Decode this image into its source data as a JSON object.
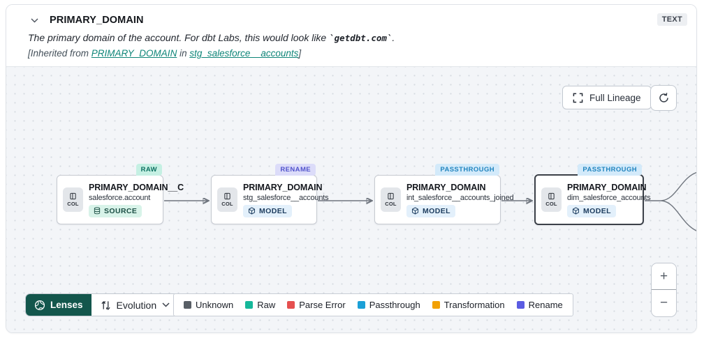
{
  "header": {
    "title": "PRIMARY_DOMAIN",
    "type_badge": "TEXT",
    "description_prefix": "The primary domain of the account. For dbt Labs, this would look like ",
    "description_code": "`getdbt.com`",
    "description_suffix": ".",
    "inherited_prefix": "[Inherited from ",
    "inherited_link_column": "PRIMARY_DOMAIN",
    "inherited_mid": " in ",
    "inherited_link_model": "stg_salesforce__accounts",
    "inherited_suffix": "]"
  },
  "toolbar": {
    "full_lineage_label": "Full Lineage"
  },
  "nodes": [
    {
      "tag": "RAW",
      "title": "PRIMARY_DOMAIN__C",
      "subtitle": "salesforce.account",
      "badge": "SOURCE",
      "col_label": "COL"
    },
    {
      "tag": "RENAME",
      "title": "PRIMARY_DOMAIN",
      "subtitle": "stg_salesforce__accounts",
      "badge": "MODEL",
      "col_label": "COL"
    },
    {
      "tag": "PASSTHROUGH",
      "title": "PRIMARY_DOMAIN",
      "subtitle": "int_salesforce__accounts_joined",
      "badge": "MODEL",
      "col_label": "COL"
    },
    {
      "tag": "PASSTHROUGH",
      "title": "PRIMARY_DOMAIN",
      "subtitle": "dim_salesforce_accounts",
      "badge": "MODEL",
      "col_label": "COL"
    }
  ],
  "controls": {
    "lenses_label": "Lenses",
    "lens_selected": "Evolution",
    "zoom_in": "+",
    "zoom_out": "−"
  },
  "legend": {
    "items": [
      {
        "label": "Unknown",
        "color": "#595f66"
      },
      {
        "label": "Raw",
        "color": "#16b89a"
      },
      {
        "label": "Parse Error",
        "color": "#e5504f"
      },
      {
        "label": "Passthrough",
        "color": "#1ba0d7"
      },
      {
        "label": "Transformation",
        "color": "#f2a105"
      },
      {
        "label": "Rename",
        "color": "#5b5ce2"
      }
    ]
  },
  "colors": {
    "link_teal": "#0e8578",
    "lenses_button_bg": "#13564c",
    "raw_tag_bg": "#c5f0e3",
    "rename_tag_bg": "#dcdcf9",
    "passthrough_tag_bg": "#d3eafa",
    "canvas_bg": "#f3f5f8",
    "node_selected_border": "#3b4048"
  }
}
